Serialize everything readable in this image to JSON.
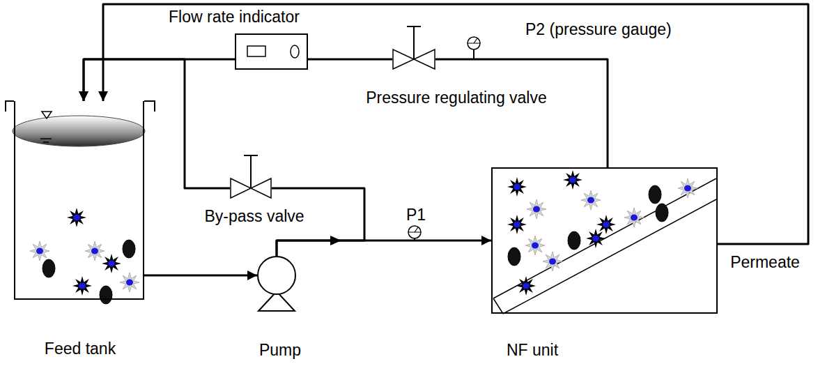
{
  "diagram": {
    "nodes": [
      {
        "text": [
          "Flow rate indicator"
        ]
      },
      {
        "text": [
          "Pressure regulating valve"
        ]
      },
      {
        "text": [
          "By-pass valve"
        ]
      },
      {
        "text": [
          "Feed tank"
        ]
      },
      {
        "text": [
          "Pump"
        ]
      },
      {
        "text": [
          "NF unit"
        ]
      }
    ],
    "edges": [
      {
        "from": 3,
        "to": 4,
        "arrow": "to"
      },
      {
        "from": 4,
        "to": 5,
        "arrow": "to"
      },
      {
        "from": 4,
        "to": 2,
        "arrow": "none"
      },
      {
        "from": 2,
        "to": 3,
        "arrow": "to"
      },
      {
        "from": 5,
        "to": 1,
        "arrow": "none"
      },
      {
        "from": 1,
        "to": 0,
        "arrow": "none"
      },
      {
        "from": 0,
        "to": 3,
        "arrow": "to"
      },
      {
        "from": 5,
        "to": 3,
        "label": "Permeate",
        "arrow": "to"
      }
    ],
    "labels": [
      "P1",
      "P2 (pressure gauge)"
    ]
  }
}
